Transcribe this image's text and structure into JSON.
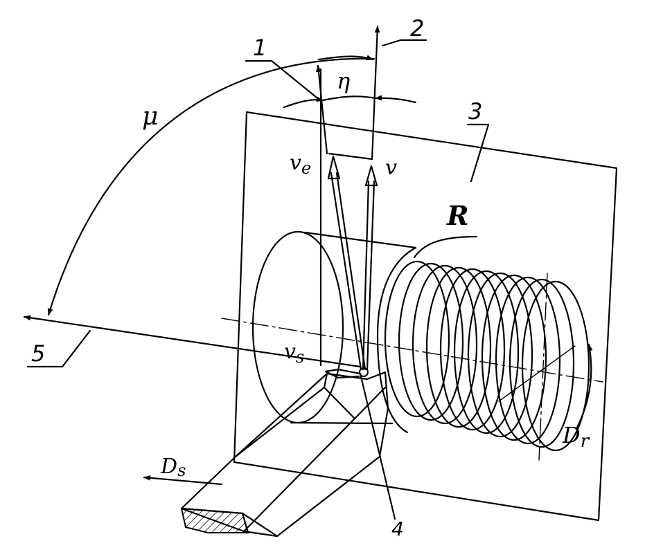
{
  "diagram": {
    "labels": {
      "n1": "1",
      "n2": "2",
      "n3": "3",
      "n4": "4",
      "n5": "5",
      "mu": "μ",
      "eta": "η",
      "ve": "v",
      "ve_sub": "e",
      "v": "v",
      "vs": "v",
      "vs_sub": "s",
      "R": "R",
      "Dr": "D",
      "Dr_sub": "r",
      "Ds": "D",
      "Ds_sub": "s"
    }
  }
}
